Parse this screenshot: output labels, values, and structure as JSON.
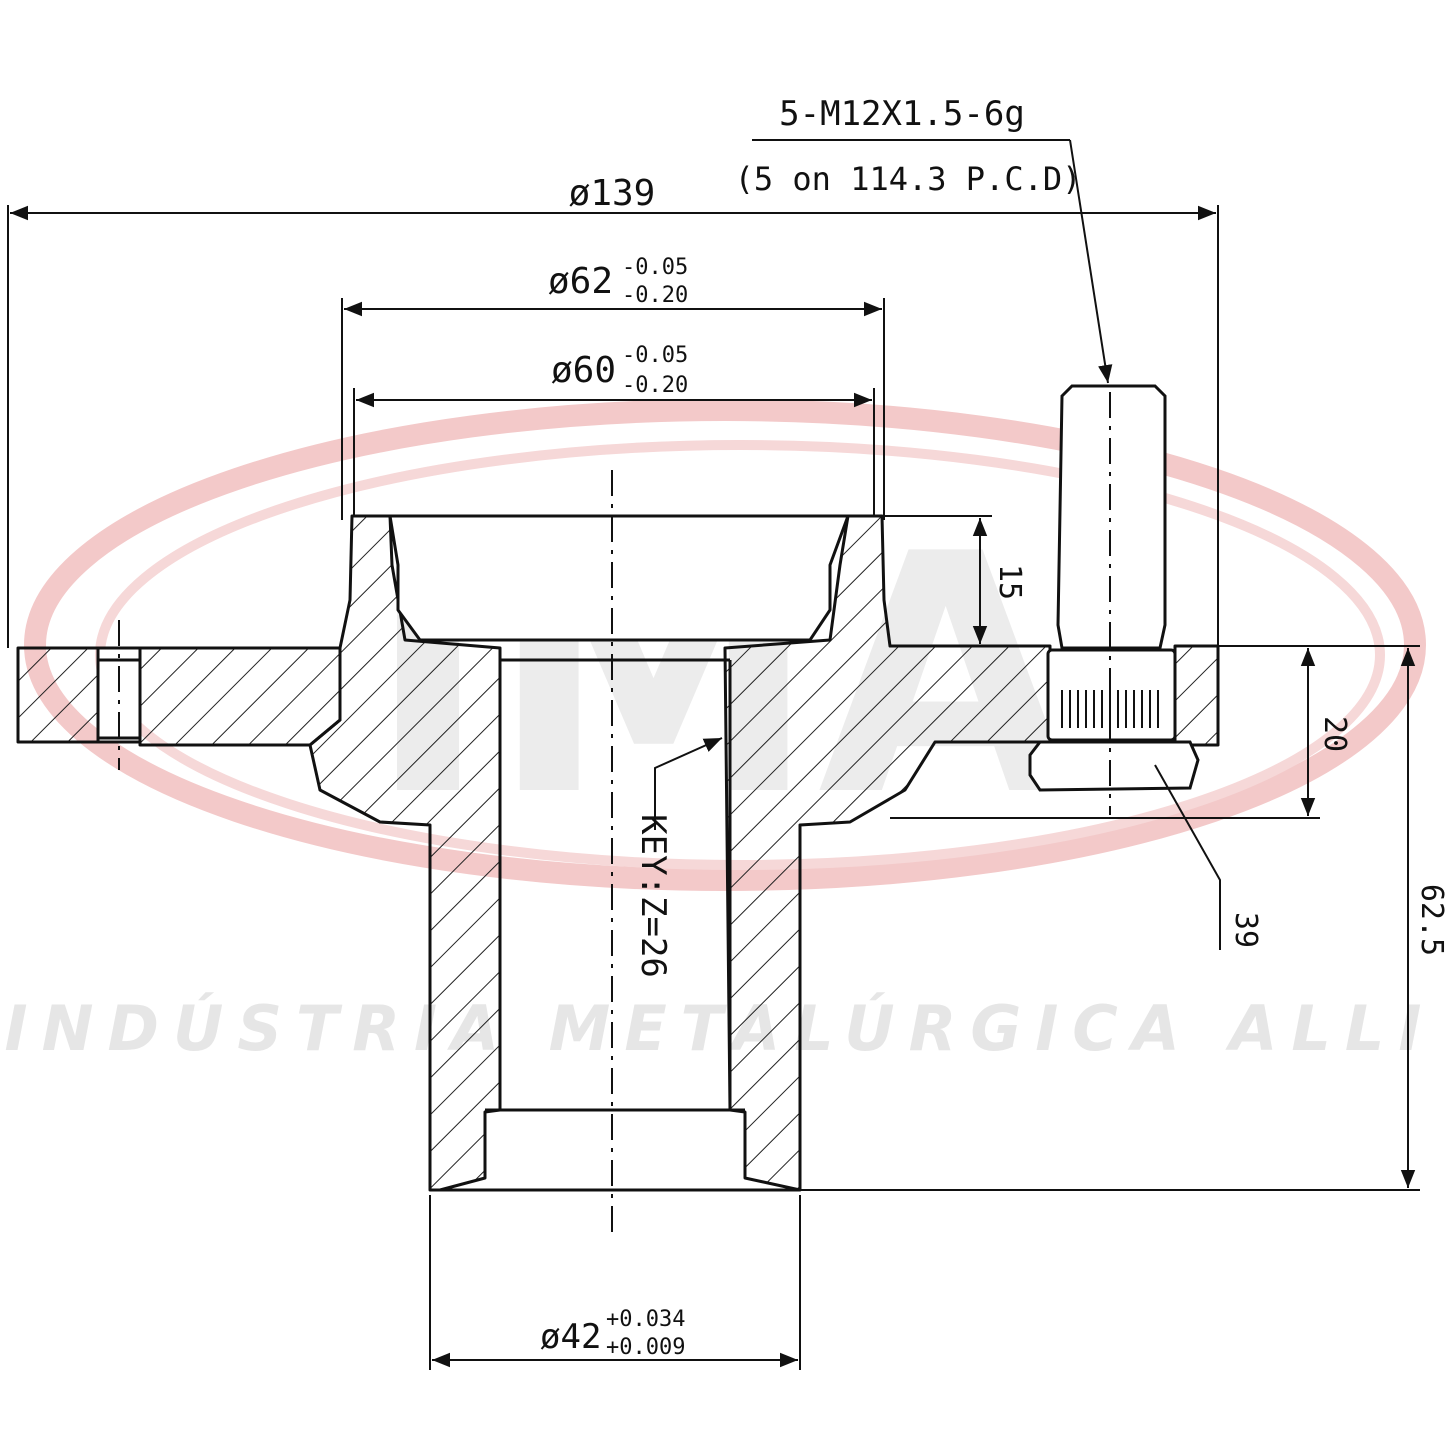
{
  "watermark": {
    "logo": "IMA",
    "company": "INDÚSTRIA METALÚRGICA ALLI",
    "ring_color": "#f3c9c9",
    "text_color": "#e6e6e6"
  },
  "colors": {
    "line": "#111111",
    "hatch": "#222222",
    "background": "#ffffff"
  },
  "labels": {
    "stud_spec": "5-M12X1.5-6g",
    "stud_pcd": "(5 on 114.3 P.C.D)",
    "dia_139": "ø139",
    "dia_62": "ø62",
    "dia_62_tol_upper": "-0.05",
    "dia_62_tol_lower": "-0.20",
    "dia_60": "ø60",
    "dia_60_tol_upper": "-0.05",
    "dia_60_tol_lower": "-0.20",
    "dim_15": "15",
    "dim_20": "20",
    "dim_62_5": "62.5",
    "dim_39": "39",
    "key": "KEY:Z=26",
    "dia_42": "ø42",
    "dia_42_tol_upper": "+0.034",
    "dia_42_tol_lower": "+0.009"
  }
}
